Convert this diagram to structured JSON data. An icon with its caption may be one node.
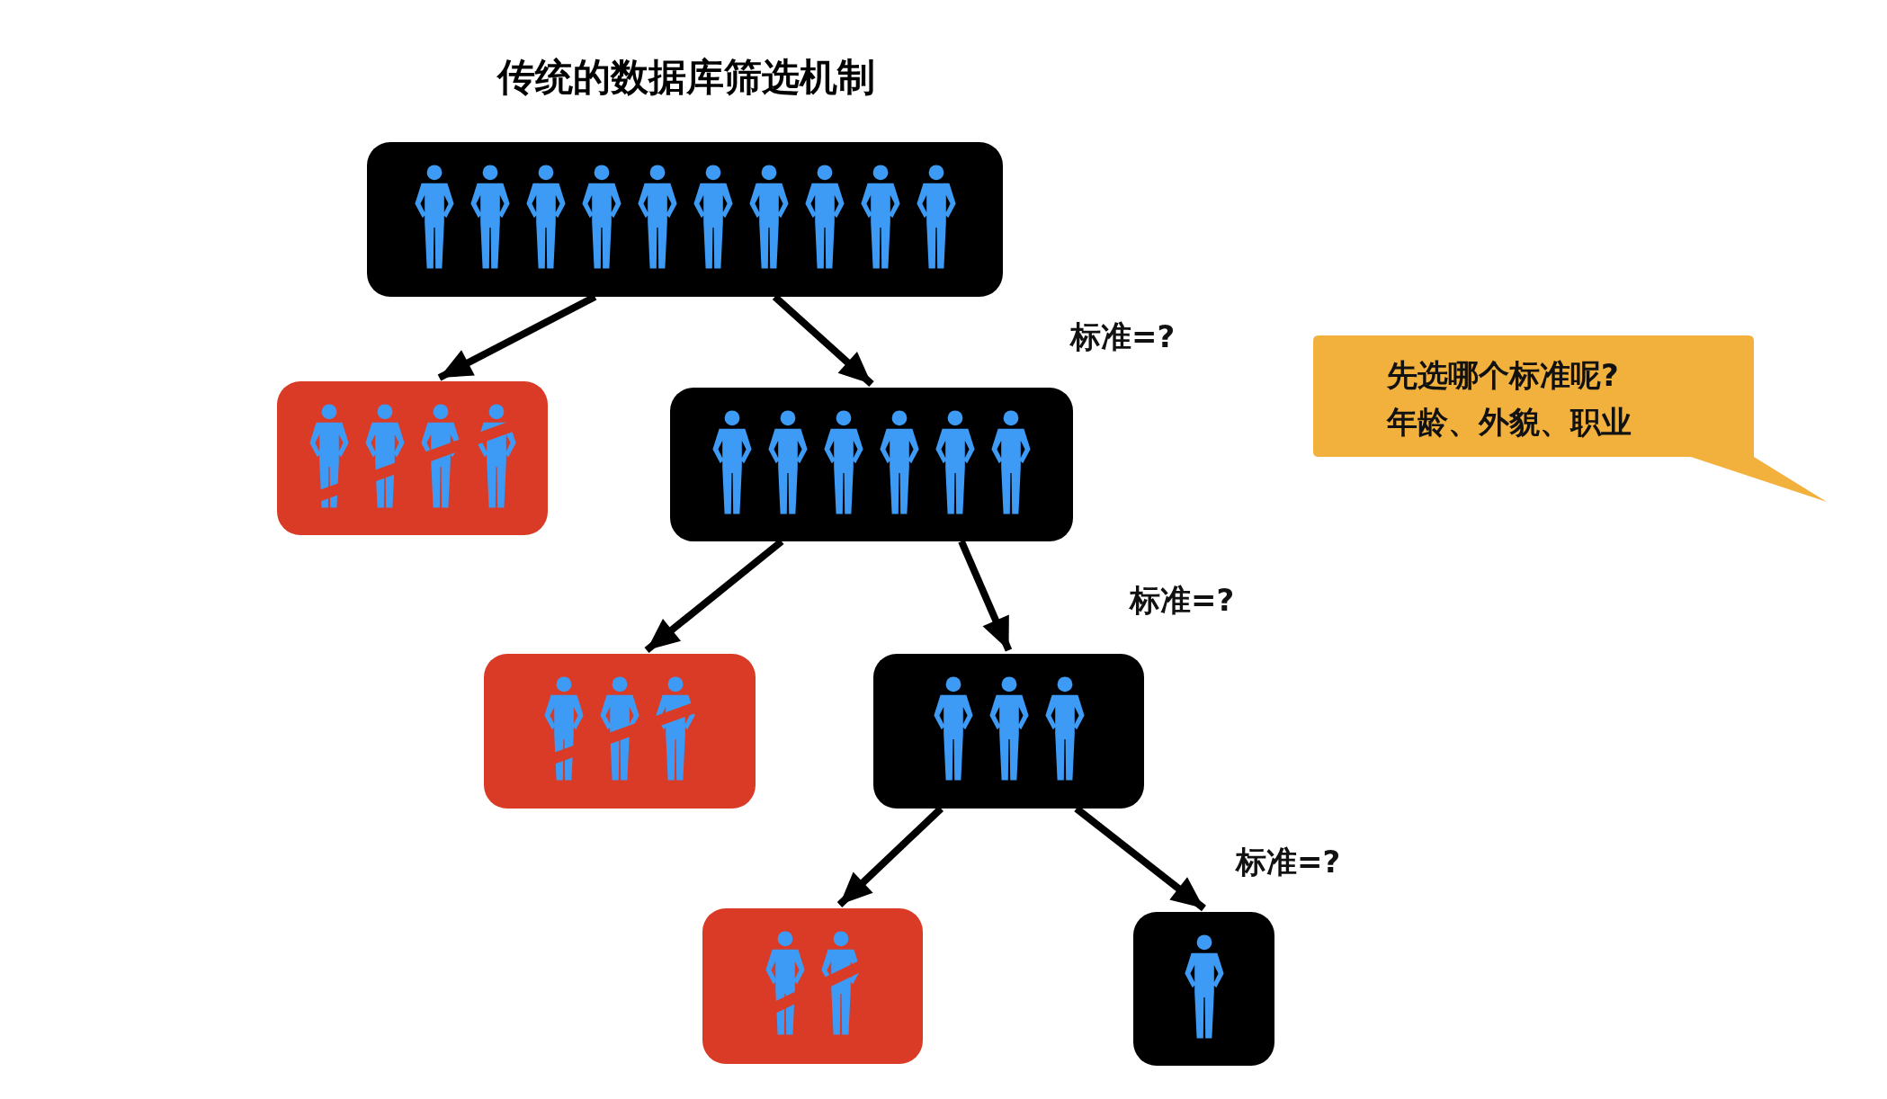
{
  "diagram": {
    "title": "传统的数据库筛选机制",
    "nodes": [
      {
        "text": [],
        "shape": "box"
      },
      {
        "text": [],
        "shape": "box"
      },
      {
        "text": [],
        "shape": "box"
      },
      {
        "text": [],
        "shape": "box"
      },
      {
        "text": [],
        "shape": "box"
      },
      {
        "text": [],
        "shape": "box"
      },
      {
        "text": [],
        "shape": "box"
      },
      {
        "text": [
          "先选哪个标准呢?",
          "年龄、外貌、职业"
        ]
      }
    ],
    "edges": [
      {
        "from": 0,
        "to": 1,
        "arrow": "to"
      },
      {
        "from": 0,
        "to": 2,
        "arrow": "to"
      },
      {
        "from": 2,
        "to": 3,
        "arrow": "to"
      },
      {
        "from": 2,
        "to": 4,
        "arrow": "to"
      },
      {
        "from": 4,
        "to": 5,
        "arrow": "to"
      },
      {
        "from": 4,
        "to": 6,
        "arrow": "to"
      }
    ],
    "labels": [
      "标准=?",
      "标准=?",
      "标准=?"
    ]
  }
}
